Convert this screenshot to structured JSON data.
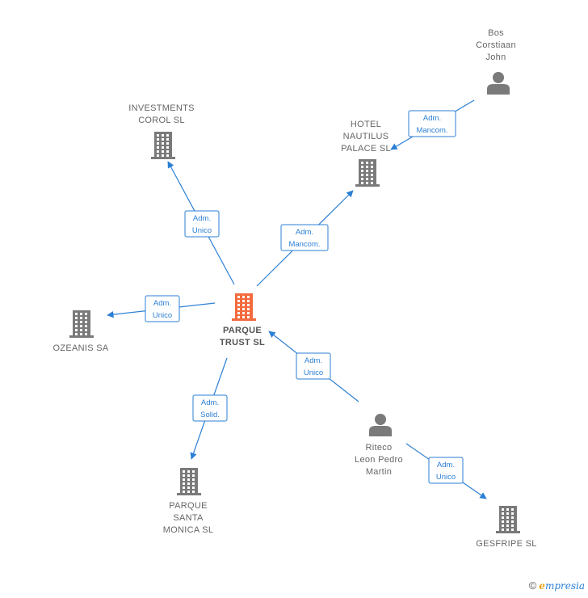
{
  "nodes": {
    "parque_trust": {
      "label": [
        "PARQUE",
        "TRUST  SL"
      ],
      "kind": "company",
      "main": true
    },
    "investments_corol": {
      "label": [
        "INVESTMENTS",
        "COROL SL"
      ],
      "kind": "company"
    },
    "hotel_nautilus": {
      "label": [
        "HOTEL",
        "NAUTILUS",
        "PALACE SL"
      ],
      "kind": "company"
    },
    "bos_corstiaan": {
      "label": [
        "Bos",
        "Corstiaan",
        "John"
      ],
      "kind": "person"
    },
    "ozeanis": {
      "label": [
        "OZEANIS SA"
      ],
      "kind": "company"
    },
    "parque_santa_monica": {
      "label": [
        "PARQUE",
        "SANTA",
        "MONICA  SL"
      ],
      "kind": "company"
    },
    "riteco": {
      "label": [
        "Riteco",
        "Leon Pedro",
        "Martin"
      ],
      "kind": "person"
    },
    "gesfripe": {
      "label": [
        "GESFRIPE  SL"
      ],
      "kind": "company"
    }
  },
  "edges": [
    {
      "from": "parque_trust",
      "to": "investments_corol",
      "label": [
        "Adm.",
        "Unico"
      ]
    },
    {
      "from": "parque_trust",
      "to": "hotel_nautilus",
      "label": [
        "Adm.",
        "Mancom."
      ]
    },
    {
      "from": "bos_corstiaan",
      "to": "hotel_nautilus",
      "label": [
        "Adm.",
        "Mancom."
      ]
    },
    {
      "from": "parque_trust",
      "to": "ozeanis",
      "label": [
        "Adm.",
        "Unico"
      ]
    },
    {
      "from": "parque_trust",
      "to": "parque_santa_monica",
      "label": [
        "Adm.",
        "Solid."
      ]
    },
    {
      "from": "riteco",
      "to": "parque_trust",
      "label": [
        "Adm.",
        "Unico"
      ]
    },
    {
      "from": "riteco",
      "to": "gesfripe",
      "label": [
        "Adm.",
        "Unico"
      ]
    }
  ],
  "footer": {
    "copyright": "©",
    "brand_initial": "e",
    "brand_rest": "mpresia"
  },
  "colors": {
    "edge": "#2b7fd4",
    "main_icon": "#f26a3d",
    "icon": "#7a7a7a"
  }
}
